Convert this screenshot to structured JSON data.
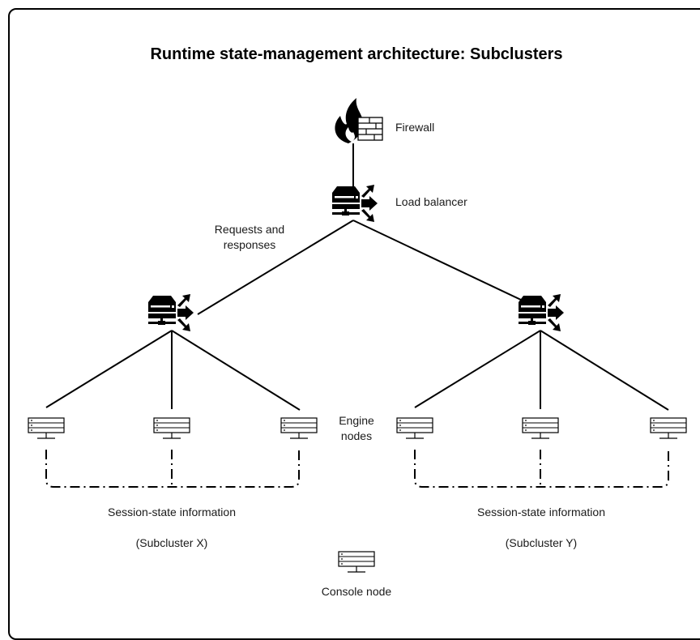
{
  "title": "Runtime state-management architecture: Subclusters",
  "labels": {
    "firewall": "Firewall",
    "load_balancer": "Load balancer",
    "requests_line1": "Requests and",
    "requests_line2": "responses",
    "engine_line1": "Engine",
    "engine_line2": "nodes",
    "session_x": "Session-state information",
    "subcluster_x": "(Subcluster X)",
    "session_y": "Session-state information",
    "subcluster_y": "(Subcluster Y)",
    "console": "Console node"
  },
  "icons": {
    "firewall": "firewall-icon",
    "load_balancer": "load-balancer-icon",
    "server": "server-icon"
  },
  "colors": {
    "stroke": "#000000",
    "text": "#1a1a1a"
  }
}
